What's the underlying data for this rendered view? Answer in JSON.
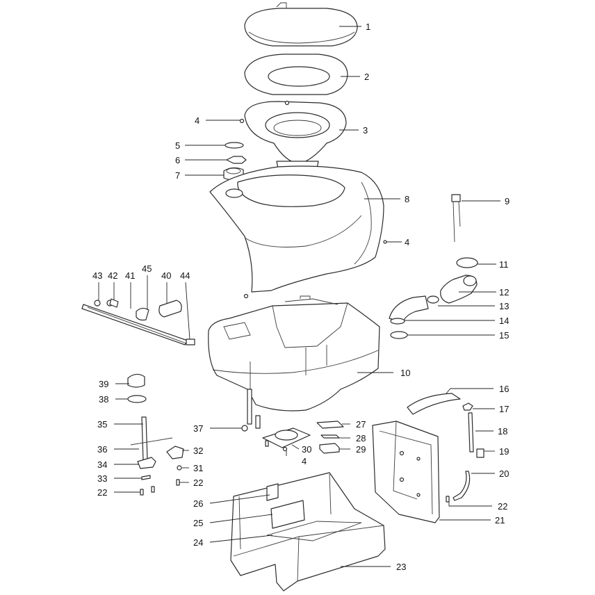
{
  "callouts": [
    {
      "key": "c1",
      "text": "1"
    },
    {
      "key": "c2",
      "text": "2"
    },
    {
      "key": "c3",
      "text": "3"
    },
    {
      "key": "c4a",
      "text": "4"
    },
    {
      "key": "c5",
      "text": "5"
    },
    {
      "key": "c6",
      "text": "6"
    },
    {
      "key": "c7",
      "text": "7"
    },
    {
      "key": "c8",
      "text": "8"
    },
    {
      "key": "c9",
      "text": "9"
    },
    {
      "key": "c4b",
      "text": "4"
    },
    {
      "key": "c11",
      "text": "11"
    },
    {
      "key": "c12",
      "text": "12"
    },
    {
      "key": "c13",
      "text": "13"
    },
    {
      "key": "c14",
      "text": "14"
    },
    {
      "key": "c15",
      "text": "15"
    },
    {
      "key": "c43",
      "text": "43"
    },
    {
      "key": "c42",
      "text": "42"
    },
    {
      "key": "c41",
      "text": "41"
    },
    {
      "key": "c45",
      "text": "45"
    },
    {
      "key": "c40",
      "text": "40"
    },
    {
      "key": "c44",
      "text": "44"
    },
    {
      "key": "c10",
      "text": "10"
    },
    {
      "key": "c39",
      "text": "39"
    },
    {
      "key": "c38",
      "text": "38"
    },
    {
      "key": "c16",
      "text": "16"
    },
    {
      "key": "c17",
      "text": "17"
    },
    {
      "key": "c18",
      "text": "18"
    },
    {
      "key": "c35",
      "text": "35"
    },
    {
      "key": "c37",
      "text": "37"
    },
    {
      "key": "c27",
      "text": "27"
    },
    {
      "key": "c28",
      "text": "28"
    },
    {
      "key": "c36",
      "text": "36"
    },
    {
      "key": "c32",
      "text": "32"
    },
    {
      "key": "c30",
      "text": "30"
    },
    {
      "key": "c29",
      "text": "29"
    },
    {
      "key": "c19",
      "text": "19"
    },
    {
      "key": "c34",
      "text": "34"
    },
    {
      "key": "c31",
      "text": "31"
    },
    {
      "key": "c4c",
      "text": "4"
    },
    {
      "key": "c20",
      "text": "20"
    },
    {
      "key": "c33",
      "text": "33"
    },
    {
      "key": "c22a",
      "text": "22"
    },
    {
      "key": "c22b",
      "text": "22"
    },
    {
      "key": "c22c",
      "text": "22"
    },
    {
      "key": "c26",
      "text": "26"
    },
    {
      "key": "c21",
      "text": "21"
    },
    {
      "key": "c25",
      "text": "25"
    },
    {
      "key": "c24",
      "text": "24"
    },
    {
      "key": "c23",
      "text": "23"
    }
  ]
}
